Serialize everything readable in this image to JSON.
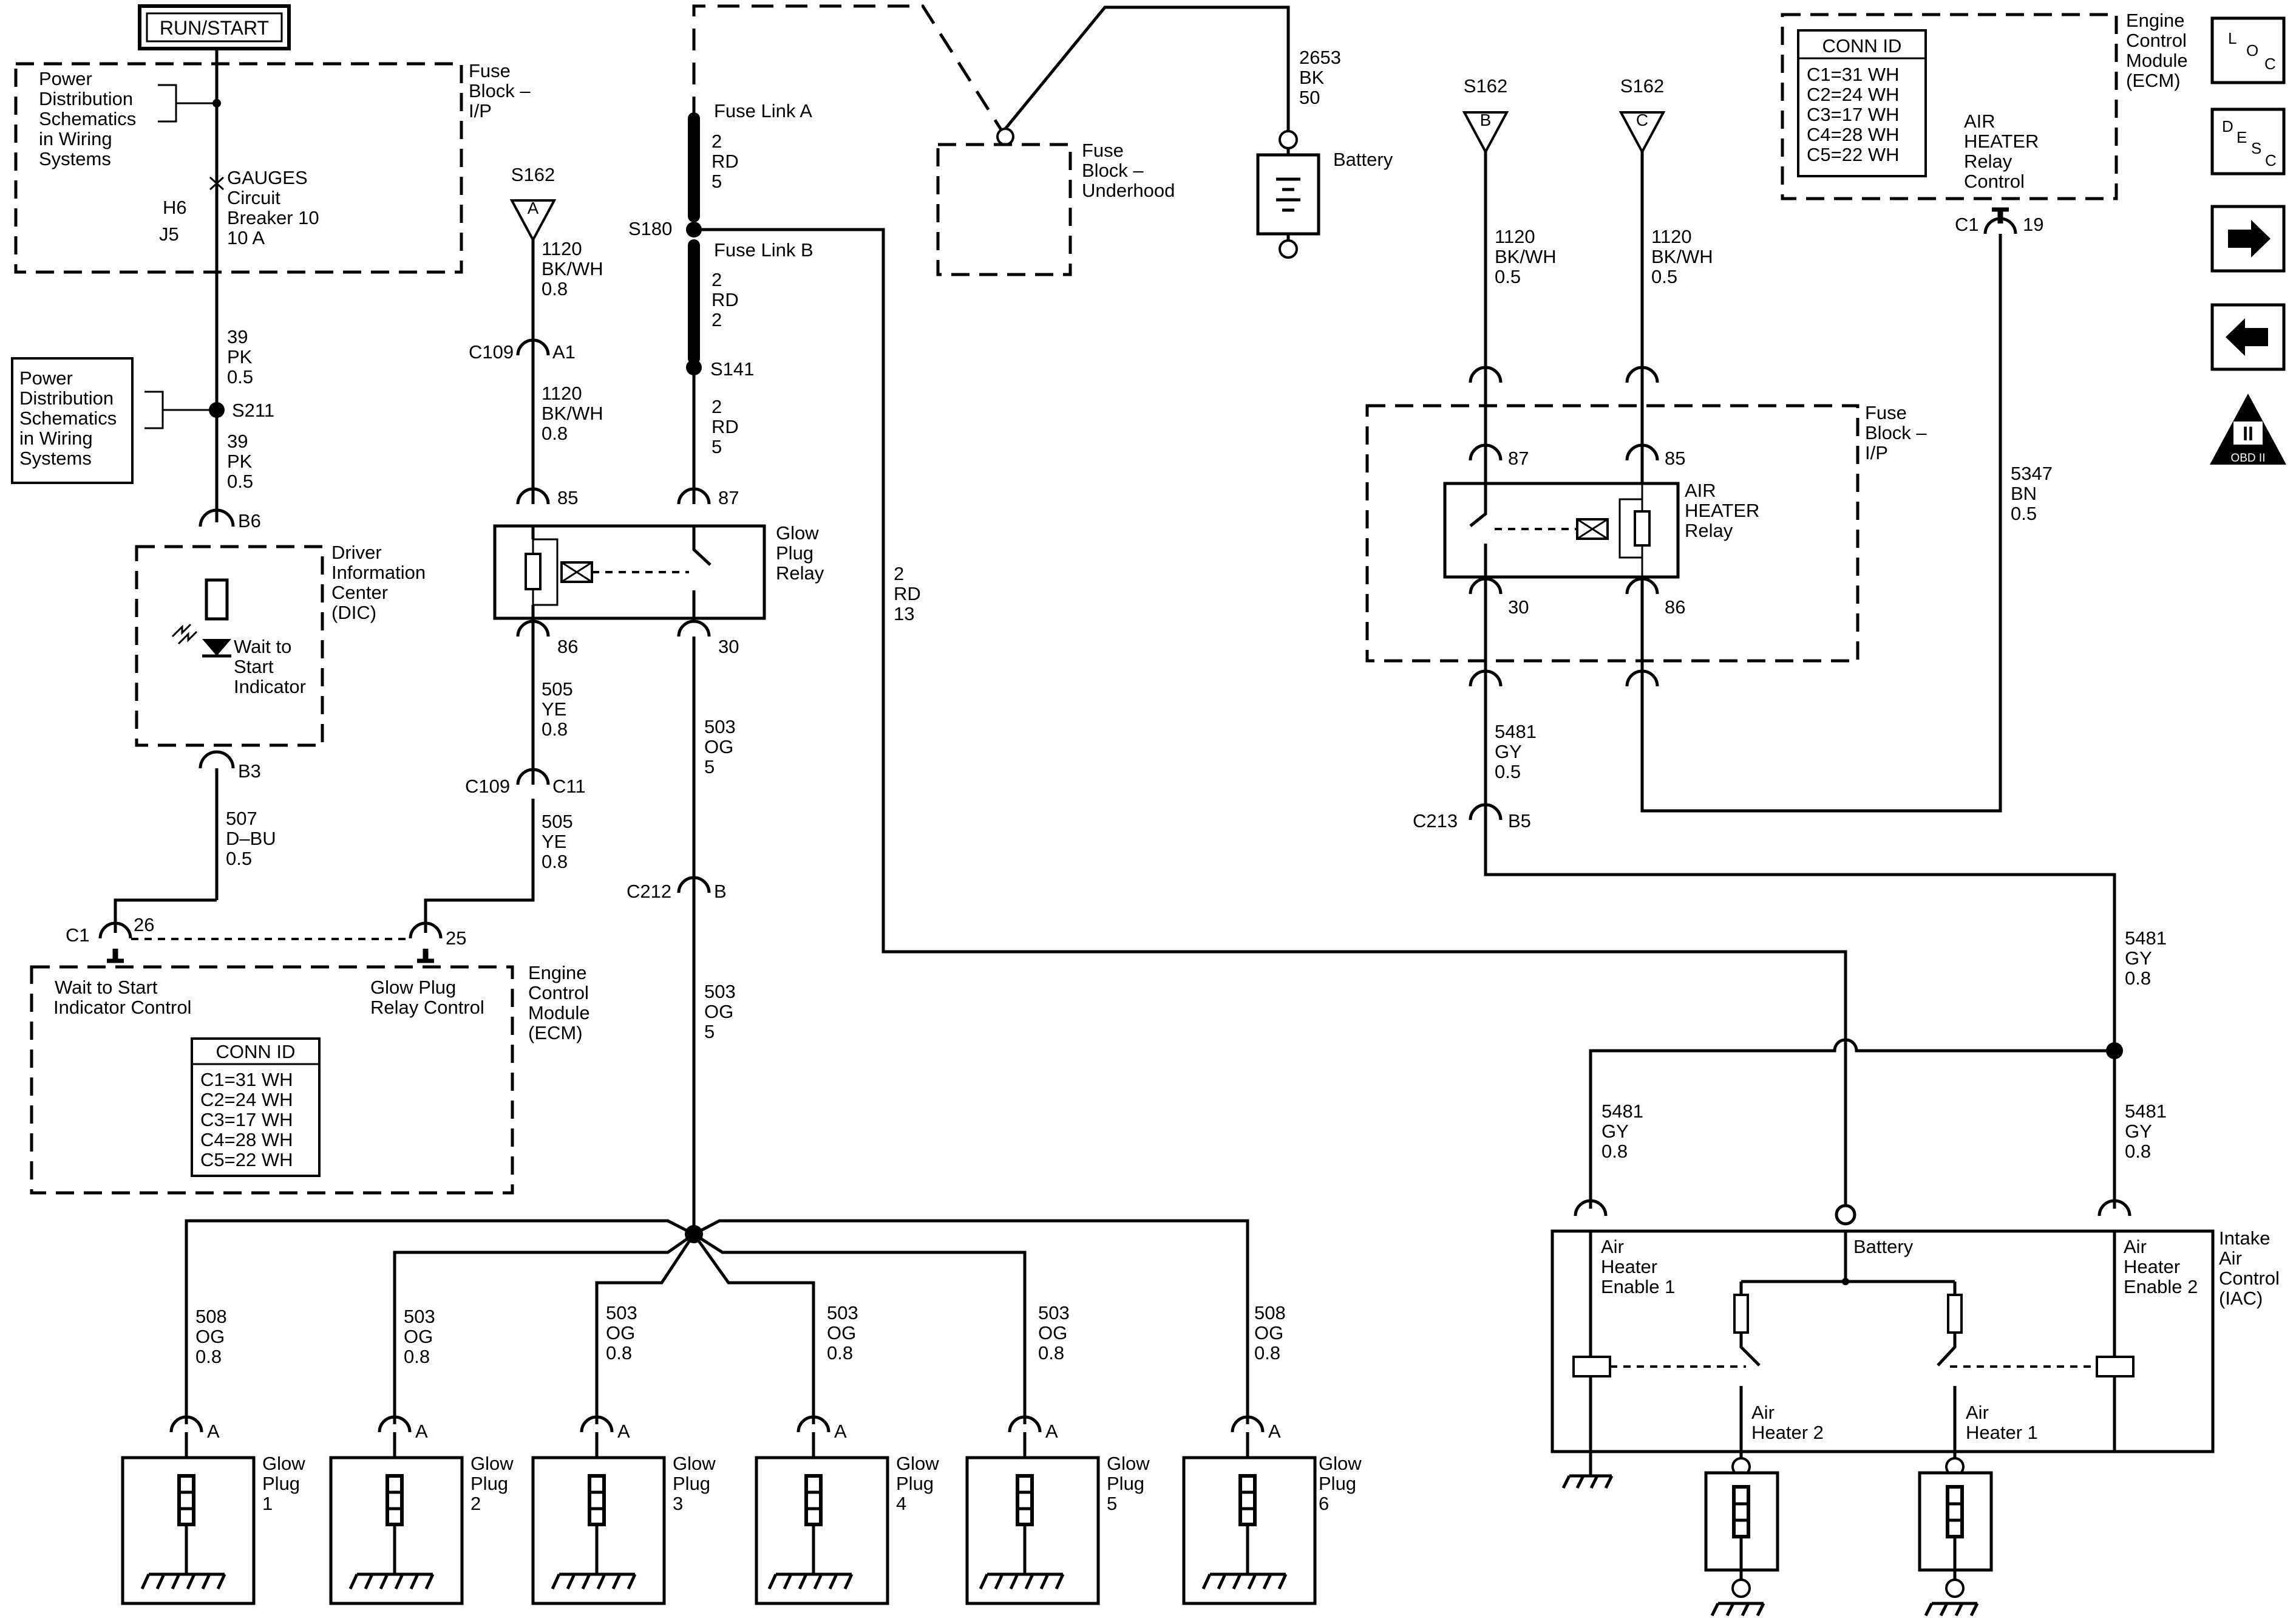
{
  "power_source": "RUN/START",
  "fuse_block_ip": {
    "title": [
      "Fuse",
      "Block –",
      "I/P"
    ],
    "pds_note": [
      "Power",
      "Distribution",
      "Schematics",
      "in Wiring",
      "Systems"
    ],
    "breaker": [
      "GAUGES",
      "Circuit",
      "Breaker 10",
      "10 A"
    ],
    "pin_in": "H6",
    "pin_out": "J5"
  },
  "splice_s211": {
    "name": "S211",
    "pds_note": [
      "Power",
      "Distribution",
      "Schematics",
      "in Wiring",
      "Systems"
    ],
    "wire_in": [
      "39",
      "PK",
      "0.5"
    ],
    "wire_out": [
      "39",
      "PK",
      "0.5"
    ]
  },
  "dic": {
    "title": [
      "Driver",
      "Information",
      "Center",
      "(DIC)"
    ],
    "indicator": [
      "Wait to",
      "Start",
      "Indicator"
    ],
    "pin_top": "B6",
    "pin_bottom": "B3",
    "wire_out": [
      "507",
      "D–BU",
      "0.5"
    ]
  },
  "ecm_left": {
    "title": [
      "Engine",
      "Control",
      "Module",
      "(ECM)"
    ],
    "connector": "C1",
    "pin_wait": "26",
    "pin_glow": "25",
    "label_wait": [
      "Wait to Start",
      "Indicator Control"
    ],
    "label_glow": [
      "Glow Plug",
      "Relay Control"
    ],
    "conn_id": {
      "title": "CONN ID",
      "rows": [
        "C1=31 WH",
        "C2=24 WH",
        "C3=17 WH",
        "C4=28 WH",
        "C5=22 WH"
      ]
    }
  },
  "glow_relay": {
    "title": [
      "Glow",
      "Plug",
      "Relay"
    ],
    "s162": {
      "splice": "S162",
      "letter": "A"
    },
    "wire_top": [
      "1120",
      "BK/WH",
      "0.8"
    ],
    "c109_top": {
      "conn": "C109",
      "pin": "A1"
    },
    "wire_mid": [
      "1120",
      "BK/WH",
      "0.8"
    ],
    "pin_85": "85",
    "pin_86": "86",
    "pin_87": "87",
    "pin_30": "30",
    "wire_86": [
      "505",
      "YE",
      "0.8"
    ],
    "c109_bot": {
      "conn": "C109",
      "pin": "C11"
    },
    "wire_ecm": [
      "505",
      "YE",
      "0.8"
    ]
  },
  "fuse_links": {
    "link_a": "Fuse Link A",
    "wire_a": [
      "2",
      "RD",
      "5"
    ],
    "s180": "S180",
    "link_b": "Fuse Link B",
    "wire_b": [
      "2",
      "RD",
      "2"
    ],
    "s141": "S141",
    "wire_s141": [
      "2",
      "RD",
      "5"
    ],
    "wire_s180": [
      "2",
      "RD",
      "13"
    ]
  },
  "fuse_block_uh": {
    "title": [
      "Fuse",
      "Block –",
      "Underhood"
    ]
  },
  "battery": {
    "label": "Battery",
    "wire": [
      "2653",
      "BK",
      "50"
    ]
  },
  "glow_feed": {
    "wire_30": [
      "503",
      "OG",
      "5"
    ],
    "c212": {
      "conn": "C212",
      "pin": "B"
    },
    "wire_c212": [
      "503",
      "OG",
      "5"
    ]
  },
  "glow_plugs": [
    {
      "wire": [
        "508",
        "OG",
        "0.8"
      ],
      "pin": "A",
      "label": [
        "Glow",
        "Plug",
        "1"
      ]
    },
    {
      "wire": [
        "503",
        "OG",
        "0.8"
      ],
      "pin": "A",
      "label": [
        "Glow",
        "Plug",
        "2"
      ]
    },
    {
      "wire": [
        "503",
        "OG",
        "0.8"
      ],
      "pin": "A",
      "label": [
        "Glow",
        "Plug",
        "3"
      ]
    },
    {
      "wire": [
        "503",
        "OG",
        "0.8"
      ],
      "pin": "A",
      "label": [
        "Glow",
        "Plug",
        "4"
      ]
    },
    {
      "wire": [
        "503",
        "OG",
        "0.8"
      ],
      "pin": "A",
      "label": [
        "Glow",
        "Plug",
        "5"
      ]
    },
    {
      "wire": [
        "508",
        "OG",
        "0.8"
      ],
      "pin": "A",
      "label": [
        "Glow",
        "Plug",
        "6"
      ]
    }
  ],
  "air_heater_relay": {
    "fuse_block": [
      "Fuse",
      "Block –",
      "I/P"
    ],
    "title": [
      "AIR",
      "HEATER",
      "Relay"
    ],
    "s162_b": {
      "splice": "S162",
      "letter": "B"
    },
    "s162_c": {
      "splice": "S162",
      "letter": "C"
    },
    "wire_b": [
      "1120",
      "BK/WH",
      "0.5"
    ],
    "wire_c": [
      "1120",
      "BK/WH",
      "0.5"
    ],
    "pin_87": "87",
    "pin_85": "85",
    "pin_30": "30",
    "pin_86": "86",
    "wire_30": [
      "5481",
      "GY",
      "0.5"
    ],
    "c213": {
      "conn": "C213",
      "pin": "B5"
    }
  },
  "ecm_right": {
    "title": [
      "Engine",
      "Control",
      "Module",
      "(ECM)"
    ],
    "control": [
      "AIR",
      "HEATER",
      "Relay",
      "Control"
    ],
    "connector": "C1",
    "pin": "19",
    "wire": [
      "5347",
      "BN",
      "0.5"
    ],
    "conn_id": {
      "title": "CONN ID",
      "rows": [
        "C1=31 WH",
        "C2=24 WH",
        "C3=17 WH",
        "C4=28 WH",
        "C5=22 WH"
      ]
    }
  },
  "iac": {
    "title": [
      "Intake",
      "Air",
      "Control",
      "(IAC)"
    ],
    "wire_top": [
      "5481",
      "GY",
      "0.8"
    ],
    "wire_left": [
      "5481",
      "GY",
      "0.8"
    ],
    "wire_right": [
      "5481",
      "GY",
      "0.8"
    ],
    "enable1": [
      "Air",
      "Heater",
      "Enable 1"
    ],
    "enable2": [
      "Air",
      "Heater",
      "Enable 2"
    ],
    "battery": "Battery",
    "heater2": [
      "Air",
      "Heater 2"
    ],
    "heater1": [
      "Air",
      "Heater 1"
    ]
  },
  "side_icons": {
    "loc": [
      "L",
      "O",
      "C"
    ],
    "desc": [
      "D",
      "E",
      "S",
      "C"
    ],
    "obd": "OBD II",
    "obd_mark": "II"
  }
}
